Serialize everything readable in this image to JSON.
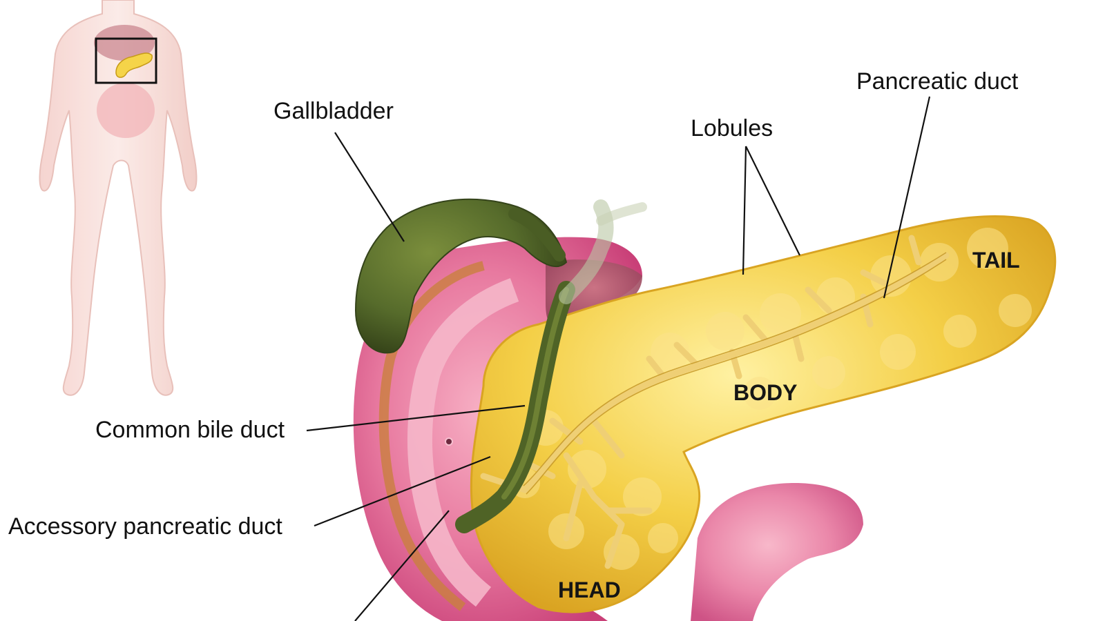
{
  "labels": {
    "gallbladder": "Gallbladder",
    "lobules": "Lobules",
    "pancreatic_duct": "Pancreatic duct",
    "common_bile_duct": "Common bile duct",
    "accessory_pancreatic_duct": "Accessory pancreatic duct",
    "tail": "TAIL",
    "body": "BODY",
    "head": "HEAD"
  },
  "colors": {
    "pancreas": "#f3cf47",
    "pancreas_dark": "#d8a722",
    "pancreas_light": "#fbe58a",
    "duct": "#f6dd98",
    "gallbladder": "#566b2b",
    "gallbladder_dark": "#3f5020",
    "duodenum": "#de5f90",
    "duodenum_inner": "#f29db7",
    "duodenum_wall": "#c9803e",
    "body_silhouette": "#f6d7d1",
    "inset_box": "#111111"
  }
}
